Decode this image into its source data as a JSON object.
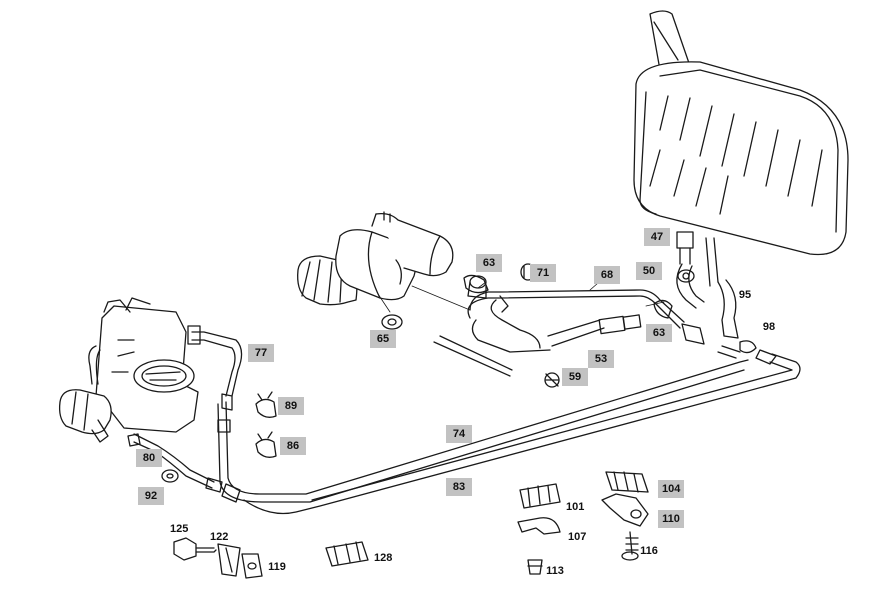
{
  "diagram": {
    "colors": {
      "line": "#1a1a1a",
      "label_box": "#c2c2c2",
      "background": "#ffffff"
    },
    "callouts": [
      {
        "id": "c47",
        "text": "47",
        "boxed": true
      },
      {
        "id": "c50",
        "text": "50",
        "boxed": true
      },
      {
        "id": "c95",
        "text": "95",
        "boxed": false
      },
      {
        "id": "c98",
        "text": "98",
        "boxed": false
      },
      {
        "id": "c63a",
        "text": "63",
        "boxed": true
      },
      {
        "id": "c71",
        "text": "71",
        "boxed": true
      },
      {
        "id": "c68",
        "text": "68",
        "boxed": true
      },
      {
        "id": "c65",
        "text": "65",
        "boxed": true
      },
      {
        "id": "c63b",
        "text": "63",
        "boxed": true
      },
      {
        "id": "c53",
        "text": "53",
        "boxed": true
      },
      {
        "id": "c59",
        "text": "59",
        "boxed": true
      },
      {
        "id": "c77",
        "text": "77",
        "boxed": true
      },
      {
        "id": "c89",
        "text": "89",
        "boxed": true
      },
      {
        "id": "c86",
        "text": "86",
        "boxed": true
      },
      {
        "id": "c74",
        "text": "74",
        "boxed": true
      },
      {
        "id": "c80",
        "text": "80",
        "boxed": true
      },
      {
        "id": "c92",
        "text": "92",
        "boxed": true
      },
      {
        "id": "c83",
        "text": "83",
        "boxed": true
      },
      {
        "id": "c101",
        "text": "101",
        "boxed": false
      },
      {
        "id": "c104",
        "text": "104",
        "boxed": true
      },
      {
        "id": "c110",
        "text": "110",
        "boxed": true
      },
      {
        "id": "c107",
        "text": "107",
        "boxed": false
      },
      {
        "id": "c116",
        "text": "116",
        "boxed": false
      },
      {
        "id": "c113",
        "text": "113",
        "boxed": false
      },
      {
        "id": "c125",
        "text": "125",
        "boxed": false
      },
      {
        "id": "c122",
        "text": "122",
        "boxed": false
      },
      {
        "id": "c119",
        "text": "119",
        "boxed": false
      },
      {
        "id": "c128",
        "text": "128",
        "boxed": false
      }
    ]
  }
}
